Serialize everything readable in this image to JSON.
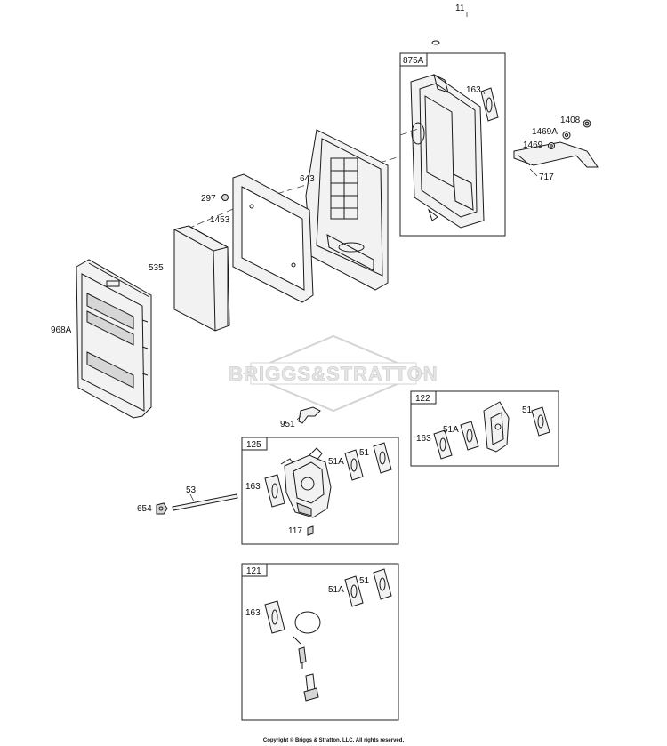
{
  "labels": {
    "p11": "11",
    "p875A": "875A",
    "p163_top": "163",
    "p1408": "1408",
    "p1469A": "1469A",
    "p1469": "1469",
    "p717": "717",
    "p643": "643",
    "p297": "297",
    "p1453": "1453",
    "p535": "535",
    "p968A": "968A",
    "p951": "951",
    "p122": "122",
    "p163_122": "163",
    "p51A_122": "51A",
    "p51_122": "51",
    "p125": "125",
    "p163_125": "163",
    "p51A_125": "51A",
    "p51_125": "51",
    "p117": "117",
    "p53": "53",
    "p654": "654",
    "p121": "121",
    "p163_121": "163",
    "p51A_121": "51A",
    "p51_121": "51"
  },
  "watermark": "BRIGGS&STRATTON",
  "copyright": "Copyright © Briggs & Stratton, LLC. All rights reserved."
}
